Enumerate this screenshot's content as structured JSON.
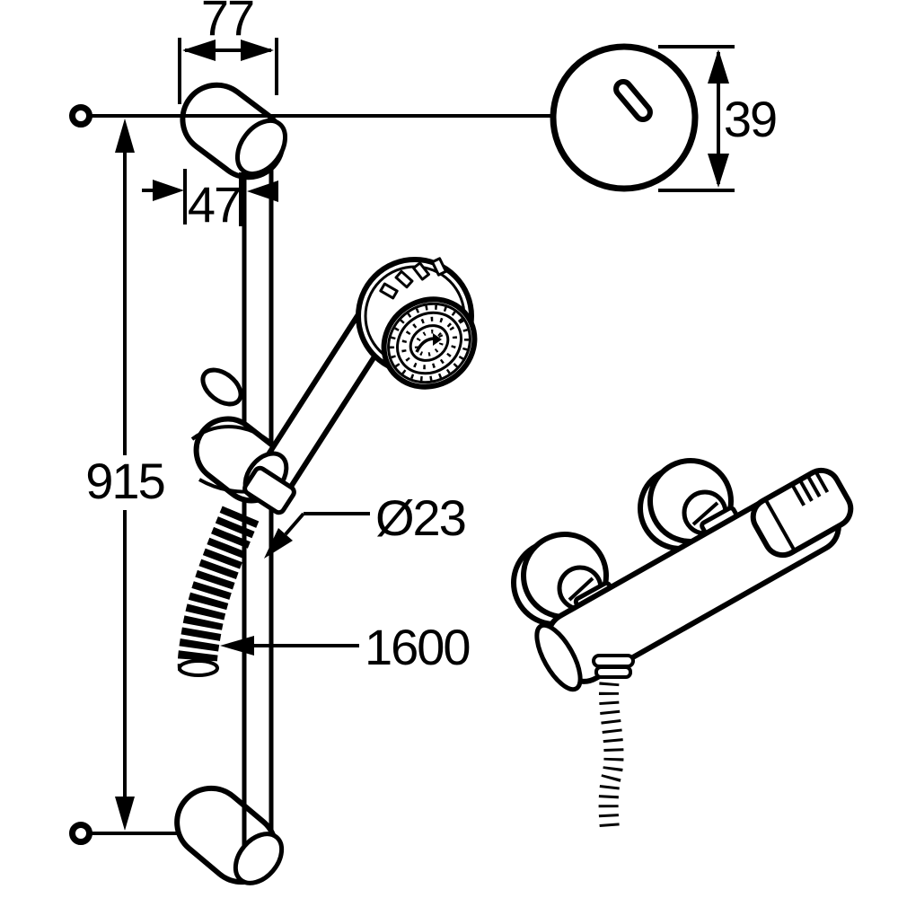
{
  "meta": {
    "drawing_type": "technical dimension drawing",
    "subject": "shower set: wall bar with hand shower, wall rosette detail, thermostatic mixer",
    "ink_color": "#000000",
    "background_color": "#ffffff"
  },
  "labels": {
    "bracket_width": "77",
    "bracket_offset": "47",
    "rosette_height": "39",
    "bar_length": "915",
    "bar_diameter": "Ø23",
    "hose_length": "1600"
  }
}
